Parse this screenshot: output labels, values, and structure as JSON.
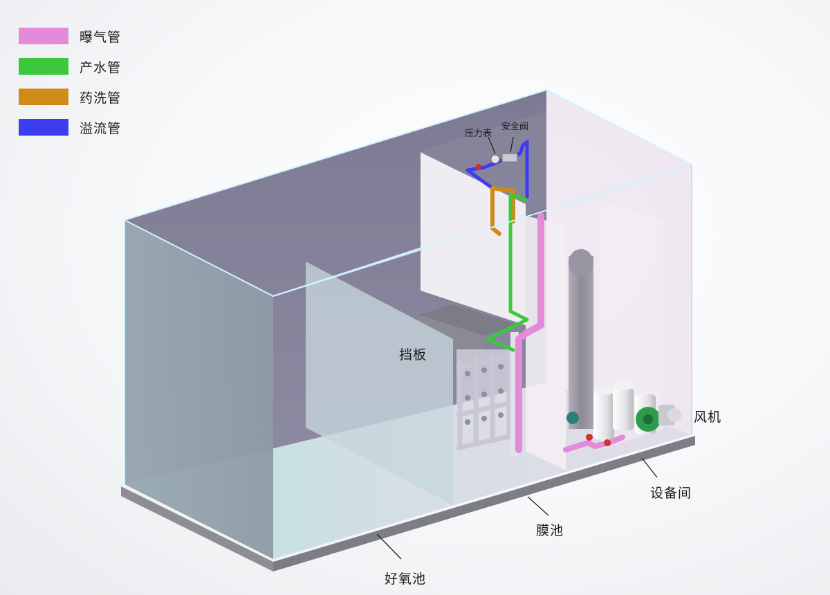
{
  "legend": {
    "items": [
      {
        "label": "曝气管",
        "color": "#e48ad8"
      },
      {
        "label": "产水管",
        "color": "#3cc83c"
      },
      {
        "label": "药洗管",
        "color": "#d08a18"
      },
      {
        "label": "溢流管",
        "color": "#3c3cf0"
      }
    ]
  },
  "labels": {
    "baffle": "挡板",
    "blower": "风机",
    "equipment_room": "设备间",
    "membrane_tank": "膜池",
    "aerobic_tank": "好氧池",
    "pressure_gauge": "压力表",
    "safety_valve": "安全阀"
  }
}
